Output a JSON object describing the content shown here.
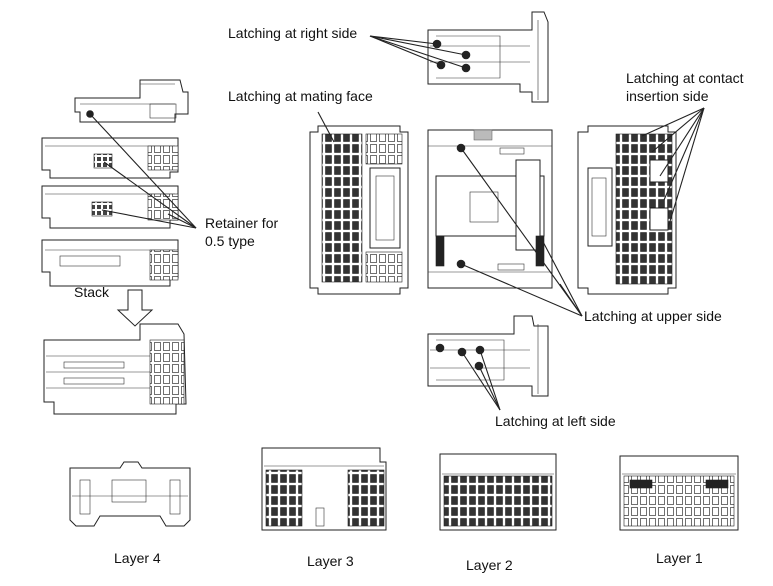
{
  "callouts": {
    "latching_right_side": "Latching at right side",
    "latching_mating_face": "Latching at mating face",
    "latching_contact_line1": "Latching at contact",
    "latching_contact_line2": "insertion side",
    "retainer_line1": "Retainer for",
    "retainer_line2": "0.5 type",
    "stack": "Stack",
    "latching_upper_side": "Latching at upper side",
    "latching_left_side": "Latching at left side"
  },
  "layers": [
    "Layer 4",
    "Layer 3",
    "Layer 2",
    "Layer 1"
  ]
}
